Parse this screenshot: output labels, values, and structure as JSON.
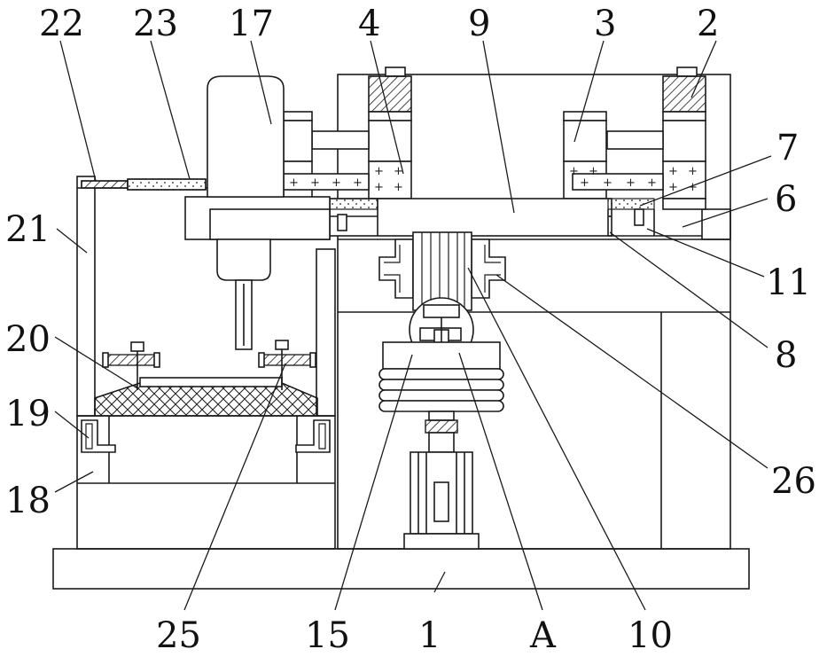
{
  "labels": {
    "l22": "22",
    "l23": "23",
    "l17": "17",
    "l4": "4",
    "l9": "9",
    "l3": "3",
    "l2": "2",
    "l7": "7",
    "l6": "6",
    "l21": "21",
    "l11": "11",
    "l8": "8",
    "l20": "20",
    "l19": "19",
    "l26": "26",
    "l18": "18",
    "l25": "25",
    "l15": "15",
    "l1": "1",
    "lA": "A",
    "l10": "10"
  },
  "colors": {
    "line": "#1a1a1a",
    "background": "#ffffff",
    "label": "#111111"
  }
}
